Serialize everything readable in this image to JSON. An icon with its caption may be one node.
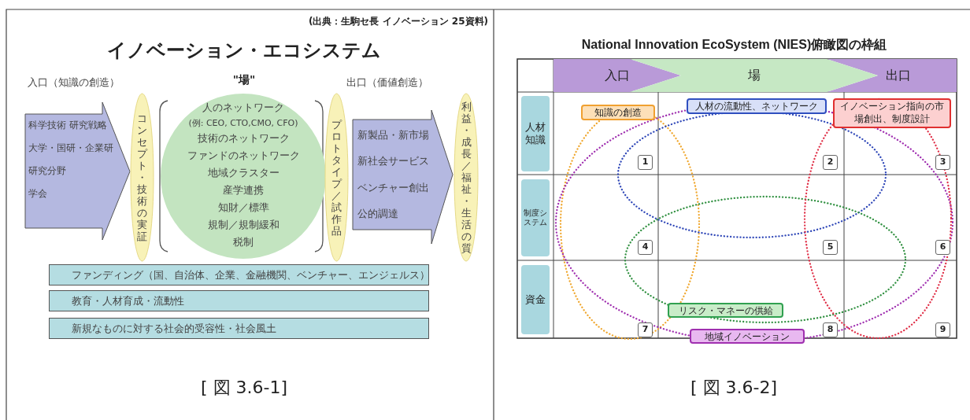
{
  "diagram": {
    "nodes": [
      {
        "text": [
          "科学技術 研究戦略",
          "大学・国研・企業研",
          "研究分野",
          "学会"
        ]
      },
      {
        "text": [
          "コンセプト・技術の実証"
        ]
      },
      {
        "text": [
          "人のネットワーク",
          "(例: CEO, CTO,CMO, CFO)",
          "技術のネットワーク",
          "ファンドのネットワーク",
          "地域クラスター",
          "産学連携",
          "知財／標準",
          "規制／規制緩和",
          "税制"
        ]
      },
      {
        "text": [
          "プロトタイプ／試作品"
        ]
      },
      {
        "text": [
          "新製品・新市場",
          "新社会サービス",
          "ベンチャー創出",
          "公的調達"
        ]
      },
      {
        "text": [
          "利益・成長／福祉・生活の質"
        ]
      },
      {
        "text": [
          "ファンディング（国、自治体、企業、金融機関、ベンチャー、エンジェルス）"
        ]
      },
      {
        "text": [
          "教育・人材育成・流動性"
        ]
      },
      {
        "text": [
          "新規なものに対する社会的受容性・社会風土"
        ]
      },
      {
        "text": [
          "入口"
        ]
      },
      {
        "text": [
          "場"
        ]
      },
      {
        "text": [
          "出口"
        ]
      },
      {
        "text": [
          "人材知識"
        ]
      },
      {
        "text": [
          "制度システム"
        ]
      },
      {
        "text": [
          "資金"
        ]
      },
      {
        "text": [
          "1"
        ]
      },
      {
        "text": [
          "2"
        ]
      },
      {
        "text": [
          "3"
        ]
      },
      {
        "text": [
          "4"
        ]
      },
      {
        "text": [
          "5"
        ]
      },
      {
        "text": [
          "6"
        ]
      },
      {
        "text": [
          "7"
        ]
      },
      {
        "text": [
          "8"
        ]
      },
      {
        "text": [
          "9"
        ]
      },
      {
        "text": [
          "知識の創造"
        ]
      },
      {
        "text": [
          "人材の流動性、ネットワーク"
        ]
      },
      {
        "text": [
          "イノベーション指向の市場創出、制度設計"
        ]
      },
      {
        "text": [
          "リスク・マネーの供給"
        ]
      },
      {
        "text": [
          "地域イノベーション"
        ]
      }
    ],
    "labels": [
      "(出典：生駒セ長 イノベーション 25資料)",
      "イノベーション・エコシステム",
      "入口（知識の創造）",
      "\"場\"",
      "出口（価値創造）",
      "[ 図 3.6-1]",
      "National Innovation EcoSystem (NIES)俯瞰図の枠組",
      "[ 図 3.6-2]"
    ]
  }
}
